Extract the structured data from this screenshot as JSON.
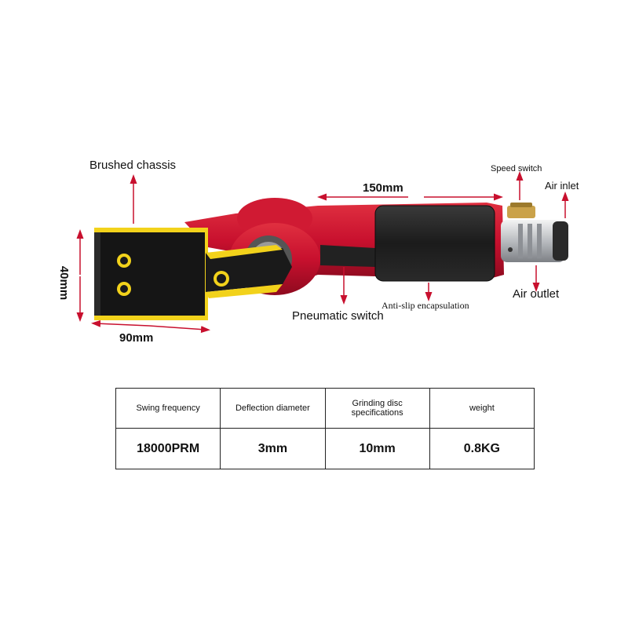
{
  "labels": {
    "brushed_chassis": "Brushed chassis",
    "length_150": "150mm",
    "speed_switch": "Speed switch",
    "air_inlet": "Air inlet",
    "height_40": "40mm",
    "width_90": "90mm",
    "pneumatic_switch": "Pneumatic switch",
    "anti_slip": "Anti-slip encapsulation",
    "air_outlet": "Air outlet"
  },
  "specs": {
    "headers": [
      "Swing frequency",
      "Deflection diameter",
      "Grinding disc specifications",
      "weight"
    ],
    "values": [
      "18000PRM",
      "3mm",
      "10mm",
      "0.8KG"
    ]
  },
  "colors": {
    "body_red": "#c8102e",
    "pad_yellow": "#f2d21b",
    "grip_black": "#1c1c1c",
    "arrow_red": "#c8102e"
  }
}
